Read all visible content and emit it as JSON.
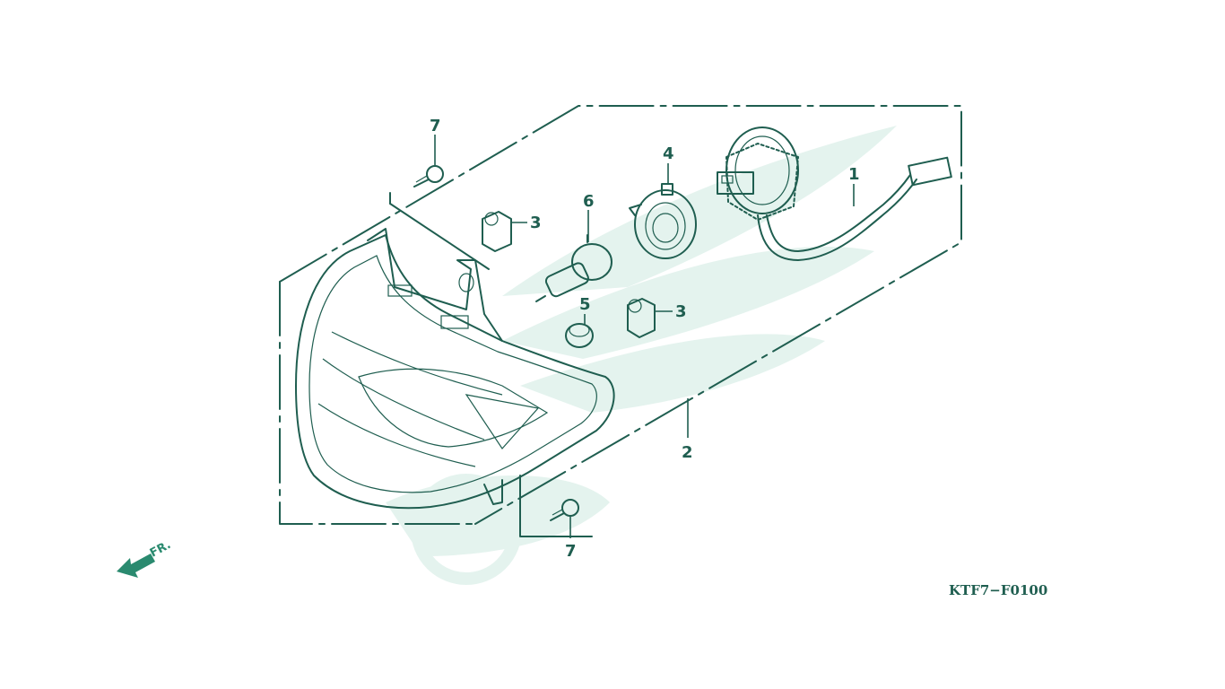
{
  "diagram": {
    "figure_code": "KTF7−F0100",
    "direction_label": "FR.",
    "colors": {
      "line": "#1f5e50",
      "accent": "#2a8a6f",
      "watermark": "#e4f3ee"
    },
    "callouts": [
      {
        "id": "c1",
        "text": "1"
      },
      {
        "id": "c2",
        "text": "2"
      },
      {
        "id": "c3a",
        "text": "3"
      },
      {
        "id": "c3b",
        "text": "3"
      },
      {
        "id": "c4",
        "text": "4"
      },
      {
        "id": "c5",
        "text": "5"
      },
      {
        "id": "c6",
        "text": "6"
      },
      {
        "id": "c7a",
        "text": "7"
      },
      {
        "id": "c7b",
        "text": "7"
      }
    ]
  }
}
